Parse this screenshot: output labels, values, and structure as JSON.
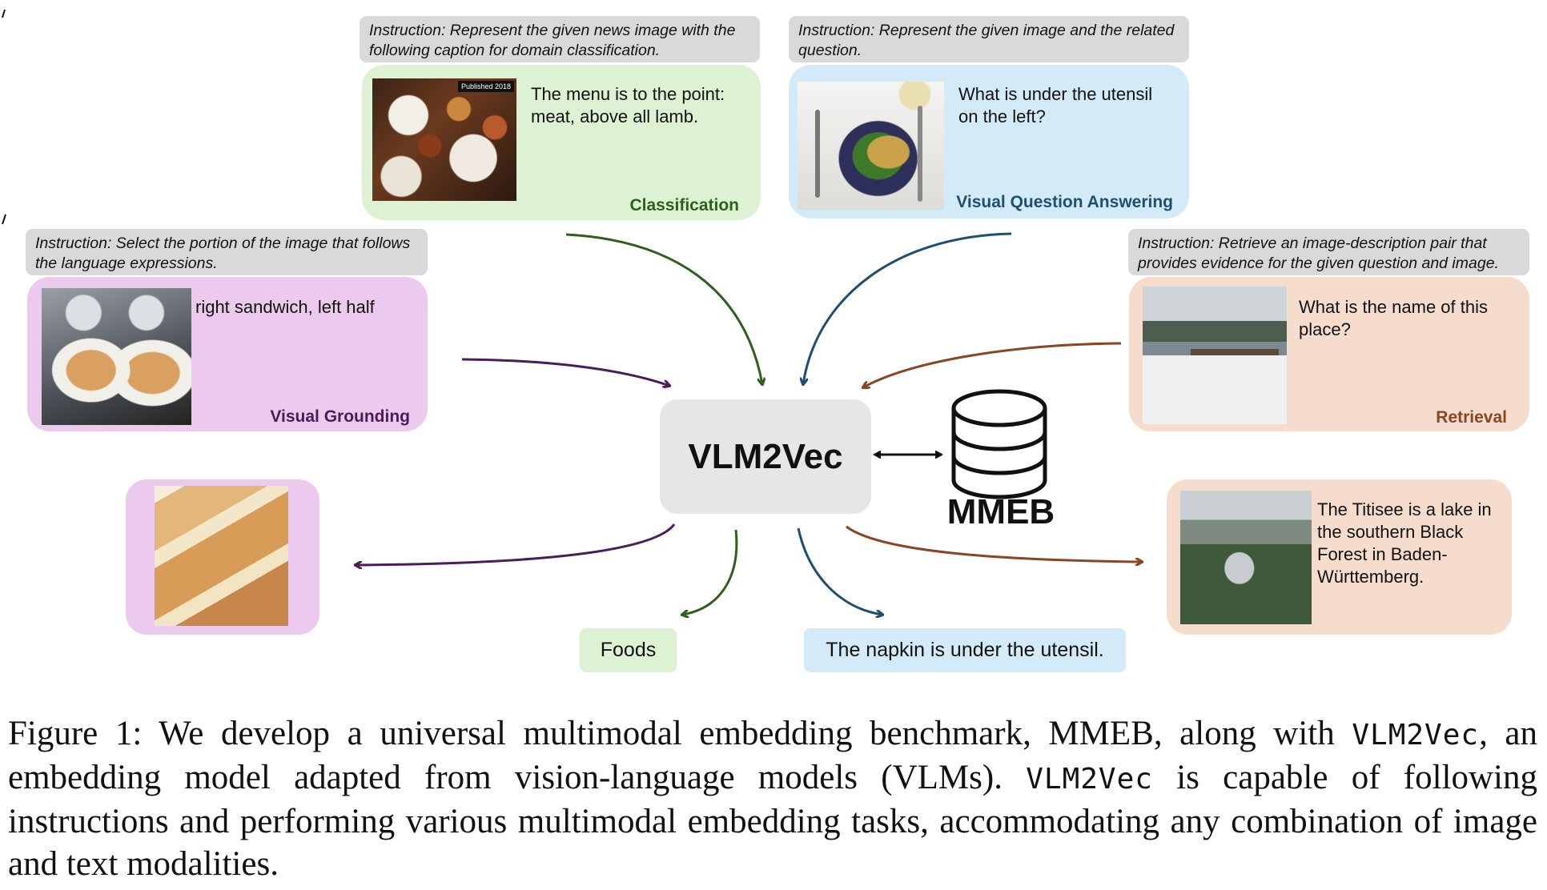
{
  "model": {
    "name": "VLM2Vec"
  },
  "benchmark": {
    "name": "MMEB"
  },
  "colors": {
    "classification": "#2f5f1e",
    "vqa": "#1f4e6e",
    "grounding": "#4a1d5a",
    "retrieval": "#8a4524",
    "green_bg": "#dcf2d2",
    "blue_bg": "#d3ebf8",
    "pink_bg": "#eccaed",
    "peach_bg": "#f6dccd"
  },
  "classification": {
    "instruction": "Instruction: Represent the given news image with the following caption for domain classification.",
    "text": "The menu is to the point: meat, above all lamb.",
    "badge": "Published 2018",
    "task": "Classification",
    "output": "Foods"
  },
  "vqa": {
    "instruction": "Instruction: Represent the given image and the related question.",
    "text": "What is under the utensil on the left?",
    "task": "Visual Question Answering",
    "output": "The napkin is under the utensil."
  },
  "grounding": {
    "instruction": "Instruction: Select the portion of the image that follows the language expressions.",
    "text": "right sandwich, left half",
    "task": "Visual Grounding"
  },
  "retrieval": {
    "instruction": "Instruction: Retrieve an image-description pair that provides evidence for the given question and image.",
    "text": "What is the name of this place?",
    "task": "Retrieval",
    "output": "The Titisee is a lake in the southern Black Forest in Baden-Württemberg."
  },
  "caption": {
    "prefix": "Figure 1:  We develop a universal multimodal embedding benchmark, MMEB, along with",
    "model_a": "VLM2Vec",
    "middle": ", an embedding model adapted from vision-language models (VLMs).",
    "model_b": "VLM2Vec",
    "suffix": " is capable of following instructions and performing various multimodal embedding tasks, accommodating any combination of image and text modalities."
  }
}
